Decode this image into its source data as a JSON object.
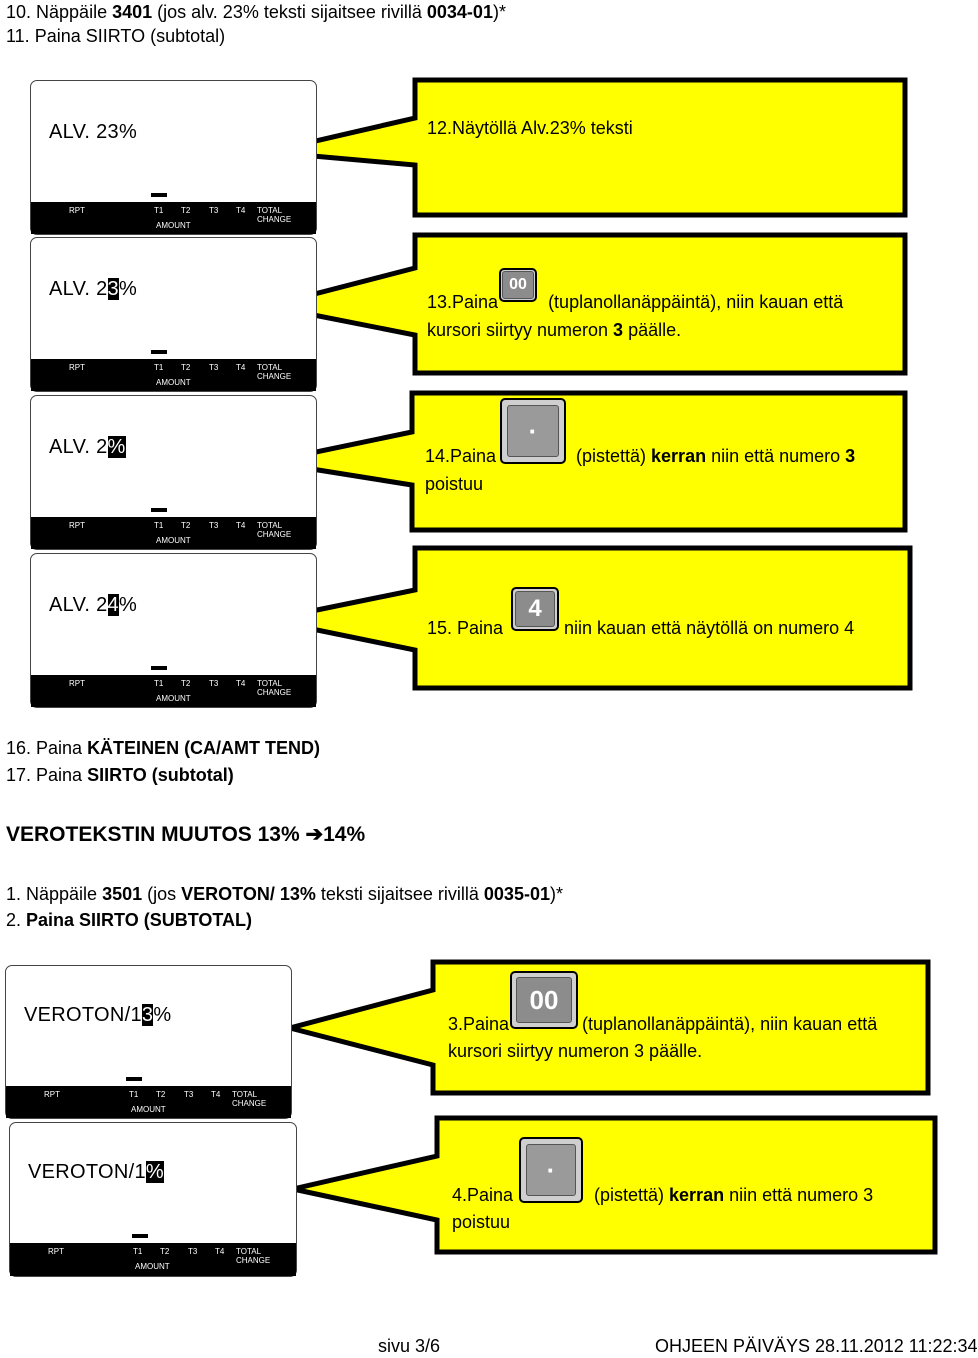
{
  "intro": {
    "step10_prefix": "10. Näppäile ",
    "step10_code": "3401",
    "step10_middle": " (jos alv. 23% teksti sijaitsee rivillä ",
    "step10_row": "0034-01",
    "step10_suffix": ")*",
    "step11_prefix": "11. Paina  ",
    "step11_key": "SIIRTO (subtotal)"
  },
  "display_strip": {
    "rpt": "RPT",
    "t1": "T1",
    "t2": "T2",
    "t3": "T3",
    "t4": "T4",
    "total_change": "TOTAL CHANGE",
    "amount": "AMOUNT"
  },
  "displays": {
    "d1": {
      "before": "ALV. 23%",
      "hl": "",
      "after": ""
    },
    "d2": {
      "before": "ALV. 2",
      "hl": "3",
      "after": "%"
    },
    "d3": {
      "before": "ALV. 2",
      "hl": "%",
      "after": ""
    },
    "d4": {
      "before": "ALV. 2",
      "hl": "4",
      "after": "%"
    },
    "d5": {
      "before": "VEROTON/1",
      "hl": "3",
      "after": "%"
    },
    "d6": {
      "before": "VEROTON/1",
      "hl": "%",
      "after": ""
    }
  },
  "callouts": {
    "c12": "12.Näytöllä Alv.23% teksti",
    "c13_a": "13.Paina",
    "c13_b": "(tuplanollanäppäintä), niin kauan että",
    "c13_c_pre": "kursori siirtyy numeron ",
    "c13_c_num": "3",
    "c13_c_post": " päälle.",
    "c14_a": "14.Paina",
    "c14_b_pre": "(pistettä) ",
    "c14_b_bold": "kerran",
    "c14_b_post": " niin että numero ",
    "c14_b_num": "3",
    "c14_c": "poistuu",
    "c15_a": "15. Paina",
    "c15_b": "niin kauan että näytöllä on numero 4",
    "c3_a": "3.Paina",
    "c3_b": "(tuplanollanäppäintä), niin kauan että",
    "c3_c": "kursori siirtyy numeron 3 päälle.",
    "c4_a": "4.Paina",
    "c4_b_pre": "(pistettä) ",
    "c4_b_bold": "kerran",
    "c4_b_post": " niin että numero 3",
    "c4_c": "poistuu"
  },
  "keys": {
    "double_zero": "00",
    "dot": "·",
    "four": "4"
  },
  "middle": {
    "step16_prefix": "16. Paina ",
    "step16_bold": "KÄTEINEN (CA/AMT TEND)",
    "step17_prefix": "17. Paina  ",
    "step17_bold": "SIIRTO (subtotal)",
    "heading_a": "VEROTEKSTIN MUUTOS 13% ",
    "heading_arrow": "➔",
    "heading_b": "14%",
    "step1_prefix": "1. Näppäile ",
    "step1_code": "3501",
    "step1_mid1": " (jos ",
    "step1_text": "VEROTON/ 13%",
    "step1_mid2": " teksti  sijaitsee rivillä ",
    "step1_row": "0035-01",
    "step1_suffix": ")*",
    "step2_prefix": "2. ",
    "step2_bold": "Paina SIIRTO (SUBTOTAL)"
  },
  "footer": {
    "page": "sivu 3/6",
    "date": "OHJEEN PÄIVÄYS 28.11.2012 11:22:34"
  }
}
